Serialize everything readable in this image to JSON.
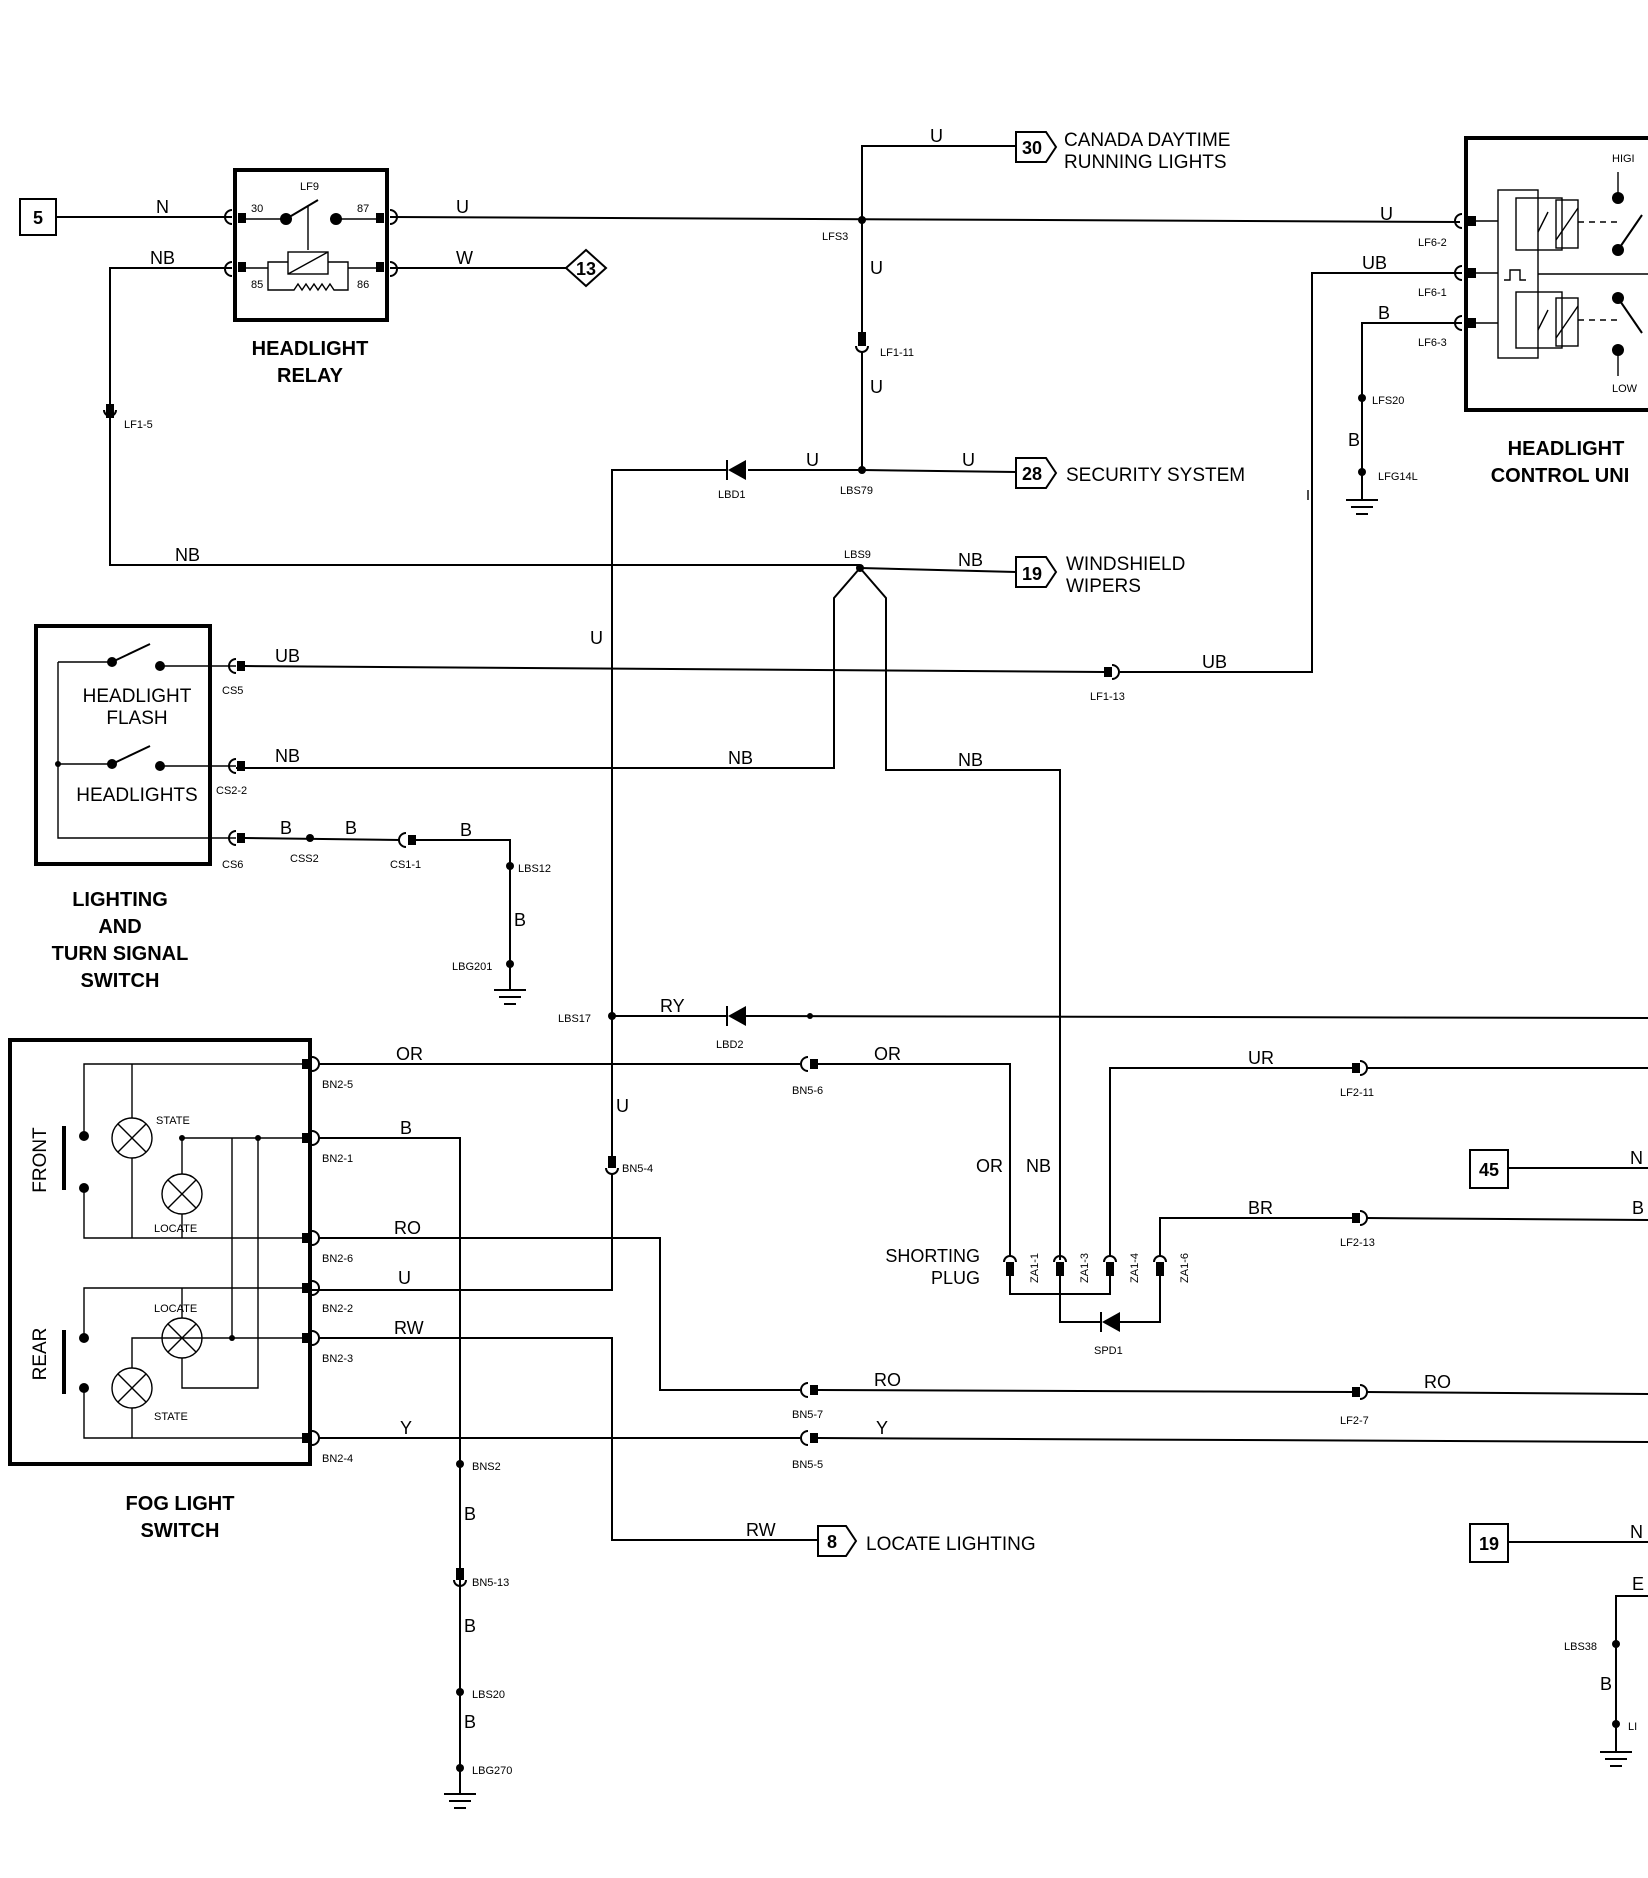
{
  "components": {
    "headlight_relay": {
      "title_1": "HEADLIGHT",
      "title_2": "RELAY",
      "id": "LF9",
      "pin_30": "30",
      "pin_87": "87",
      "pin_85": "85",
      "pin_86": "86"
    },
    "lighting_switch": {
      "title_1": "LIGHTING",
      "title_2": "AND",
      "title_3": "TURN SIGNAL",
      "title_4": "SWITCH",
      "flash_1": "HEADLIGHT",
      "flash_2": "FLASH",
      "headlights": "HEADLIGHTS"
    },
    "fog_switch": {
      "title_1": "FOG LIGHT",
      "title_2": "SWITCH",
      "front": "FRONT",
      "rear": "REAR",
      "state": "STATE",
      "locate": "LOCATE"
    },
    "control_unit": {
      "title_1": "HEADLIGHT",
      "title_2": "CONTROL UNI",
      "high": "HIGI",
      "low": "LOW"
    },
    "shorting_plug": {
      "title_1": "SHORTING",
      "title_2": "PLUG"
    }
  },
  "references": {
    "r5": "5",
    "r13": "13",
    "r30": "30",
    "r28": "28",
    "r19a": "19",
    "r8": "8",
    "r45": "45",
    "r19b": "19",
    "t30_1": "CANADA DAYTIME",
    "t30_2": "RUNNING LIGHTS",
    "t28": "SECURITY SYSTEM",
    "t19_1": "WINDSHIELD",
    "t19_2": "WIPERS",
    "t8": "LOCATE LIGHTING"
  },
  "wire_colors": {
    "n": "N",
    "nb": "NB",
    "u": "U",
    "w": "W",
    "ub": "UB",
    "b": "B",
    "ry": "RY",
    "or": "OR",
    "ur": "UR",
    "br": "BR",
    "ro": "RO",
    "rw": "RW",
    "y": "Y"
  },
  "connectors": {
    "lfs3": "LFS3",
    "lf1_11": "LF1-11",
    "lf1_5": "LF1-5",
    "lbd1": "LBD1",
    "lbs79": "LBS79",
    "lbs9": "LBS9",
    "cs5": "CS5",
    "cs2_2": "CS2-2",
    "cs6": "CS6",
    "css2": "CSS2",
    "cs1_1": "CS1-1",
    "lbs12": "LBS12",
    "lbg201": "LBG201",
    "lf1_13": "LF1-13",
    "lf6_2": "LF6-2",
    "lf6_1": "LF6-1",
    "lf6_3": "LF6-3",
    "lfs20": "LFS20",
    "lfg14l": "LFG14L",
    "lbs17": "LBS17",
    "lbd2": "LBD2",
    "bn2_5": "BN2-5",
    "bn2_1": "BN2-1",
    "bn2_6": "BN2-6",
    "bn2_2": "BN2-2",
    "bn2_3": "BN2-3",
    "bn2_4": "BN2-4",
    "bn5_4": "BN5-4",
    "bn5_6": "BN5-6",
    "bn5_7": "BN5-7",
    "bn5_5": "BN5-5",
    "bns2": "BNS2",
    "bn5_13": "BN5-13",
    "lbs20": "LBS20",
    "lbg270": "LBG270",
    "lf2_11": "LF2-11",
    "lf2_13": "LF2-13",
    "lf2_7": "LF2-7",
    "za1_1": "ZA1-1",
    "za1_3": "ZA1-3",
    "za1_4": "ZA1-4",
    "za1_6": "ZA1-6",
    "spd1": "SPD1",
    "lbs38": "LBS38",
    "cut_n1": "N",
    "cut_b1": "B",
    "cut_n2": "N",
    "cut_b2": "E",
    "cut_b3": "B",
    "cut_le": "LI"
  }
}
